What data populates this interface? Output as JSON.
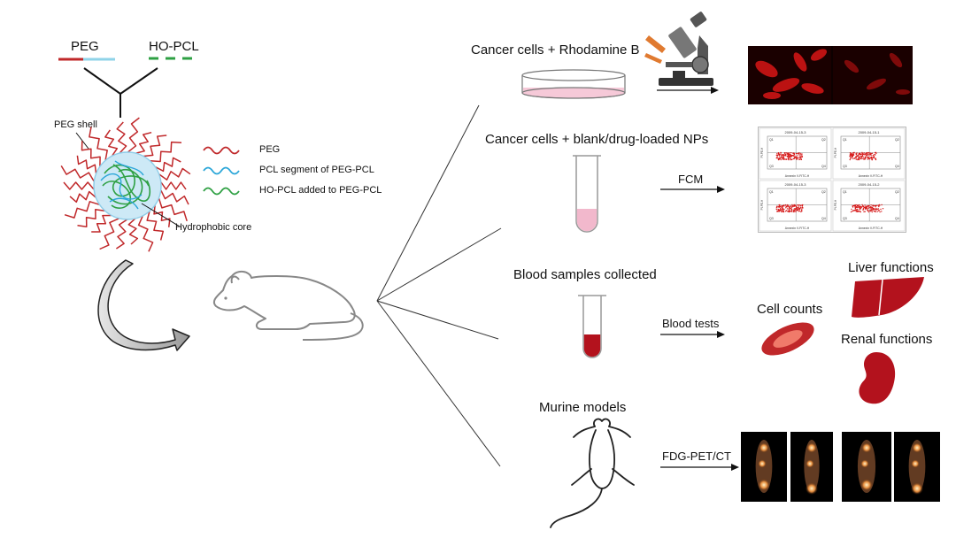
{
  "legend_top": {
    "peg": "PEG",
    "ho_pcl": "HO-PCL"
  },
  "micelle": {
    "shell_label": "PEG shell",
    "core_label": "Hydrophobic core",
    "legend": [
      {
        "label": "PEG",
        "color": "#c0282a"
      },
      {
        "label": "PCL segment of PEG-PCL",
        "color": "#2aa6d8"
      },
      {
        "label": "HO-PCL added to PEG-PCL",
        "color": "#2ea043"
      }
    ]
  },
  "branches": {
    "rhodamine": {
      "title": "Cancer cells + Rhodamine B"
    },
    "fcm": {
      "title": "Cancer cells + blank/drug-loaded NPs",
      "arrow_label": "FCM"
    },
    "blood": {
      "title": "Blood samples collected",
      "arrow_label": "Blood tests",
      "results": {
        "cells": "Cell counts",
        "liver": "Liver functions",
        "renal": "Renal functions"
      }
    },
    "murine": {
      "title": "Murine models",
      "arrow_label": "FDG-PET/CT"
    }
  },
  "fcm_plots": {
    "panels": [
      {
        "header": "2009-04-15-3",
        "q": [
          "Q1",
          "Q2",
          "Q3",
          "Q4"
        ]
      },
      {
        "header": "2009-04-15-1",
        "q": [
          "Q1",
          "Q2",
          "Q3",
          "Q4"
        ]
      },
      {
        "header": "2009-04-15-3",
        "q": [
          "Q1",
          "Q2",
          "Q3",
          "Q4"
        ]
      },
      {
        "header": "2009-04-15-2",
        "q": [
          "Q1",
          "Q2",
          "Q3",
          "Q4"
        ]
      }
    ],
    "xaxis": "Annexin V-FITC-H",
    "yaxis": "PI-PE-H"
  },
  "colors": {
    "red": "#c0282a",
    "blue": "#2aa6d8",
    "green": "#2ea043",
    "blood": "#b3121d",
    "pink": "#f2b8cc"
  }
}
